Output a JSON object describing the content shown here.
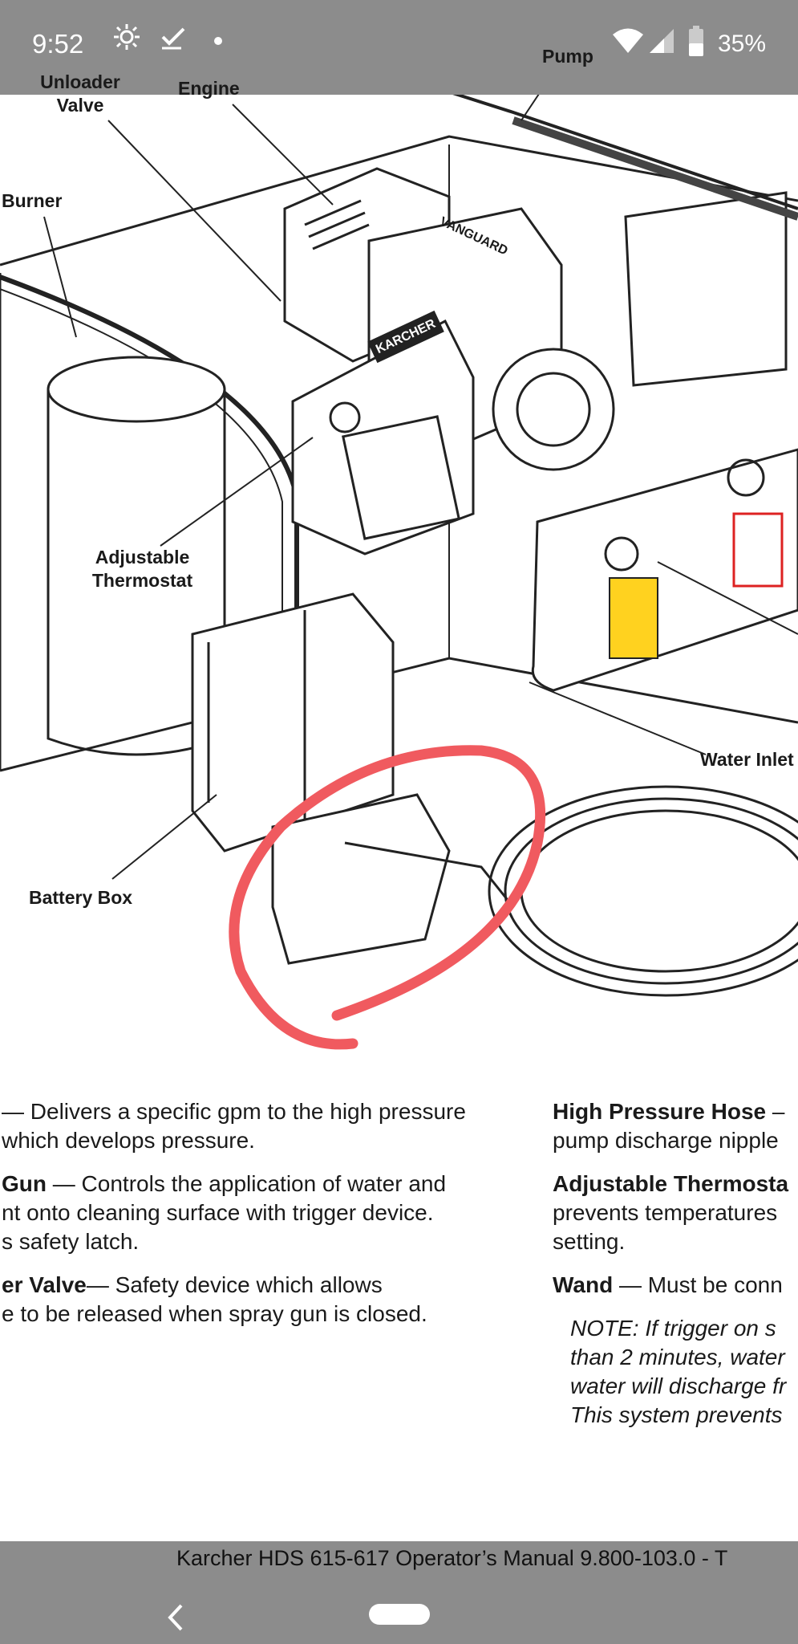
{
  "status_bar": {
    "time": "9:52",
    "battery": "35%",
    "icons": [
      "settings-sun-icon",
      "checkmark-icon",
      "dot-icon",
      "wifi-icon",
      "signal-icon",
      "battery-icon"
    ]
  },
  "diagram_labels": {
    "unloader_valve": "Unloader Valve",
    "engine": "Engine",
    "pump": "Pump",
    "burner": "Burner",
    "adjustable_thermostat": "Adjustable Thermostat",
    "water_inlet": "Water Inlet",
    "battery_box": "Battery Box",
    "brand": "KARCHER",
    "engine_brand": "VANGUARD"
  },
  "text_left": [
    {
      "bold": "",
      "text": "— Delivers a specific gpm to the high pressure"
    },
    {
      "bold": "",
      "text": "which develops pressure."
    },
    {
      "bold": "Gun",
      "text": " — Controls the application of water and"
    },
    {
      "bold": "",
      "text": "nt onto cleaning surface with trigger device."
    },
    {
      "bold": "",
      "text": "s safety latch."
    },
    {
      "bold": "er Valve",
      "text": "— Safety device which allows"
    },
    {
      "bold": "",
      "text": "e to be released when spray gun is closed."
    }
  ],
  "text_right": {
    "hp_hose_title": "High Pressure Hose",
    "hp_hose_line1_rest": " –",
    "hp_hose_line2": "pump discharge nipple",
    "thermostat_title": "Adjustable Thermosta",
    "thermostat_line2": "prevents temperatures",
    "thermostat_line3": "setting.",
    "wand_title": "Wand",
    "wand_rest": " — Must be conn",
    "note_lines": [
      "NOTE:  If trigger on s",
      "than 2 minutes, water",
      "water will discharge fr",
      "This system prevents"
    ]
  },
  "footer": {
    "doc_title": "Karcher HDS 615-617 Operator’s Manual 9.800-103.0 - T"
  },
  "colors": {
    "status_bar_bg": "#8c8c8c",
    "annotation_red": "#f05a5f"
  }
}
